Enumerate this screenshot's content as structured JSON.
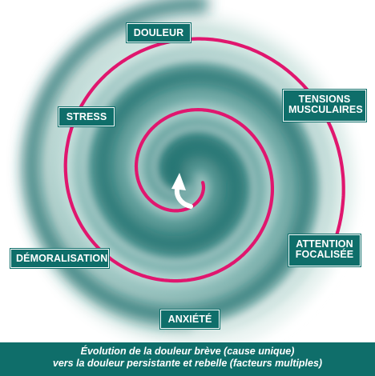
{
  "colors": {
    "label_bg": "#0f6e6a",
    "spiral_line": "#e0166e",
    "swirl_dark": "#1d6e6c",
    "swirl_light": "#e9f3f1",
    "caption_bg": "#0f6e6a"
  },
  "labels": {
    "douleur": "DOULEUR",
    "tensions_line1": "TENSIONS",
    "tensions_line2": "MUSCULAIRES",
    "stress": "STRESS",
    "attention_line1": "ATTENTION",
    "attention_line2": "FOCALISÉE",
    "demoralisation": "DÉMORALISATION",
    "anxiete": "ANXIÉTÉ"
  },
  "caption": {
    "line1": "Évolution de la douleur brève (cause unique)",
    "line2": "vers la douleur persistante et rebelle (facteurs multiples)"
  },
  "icons": {
    "center_arrow": "curved-arrow-up-icon"
  }
}
